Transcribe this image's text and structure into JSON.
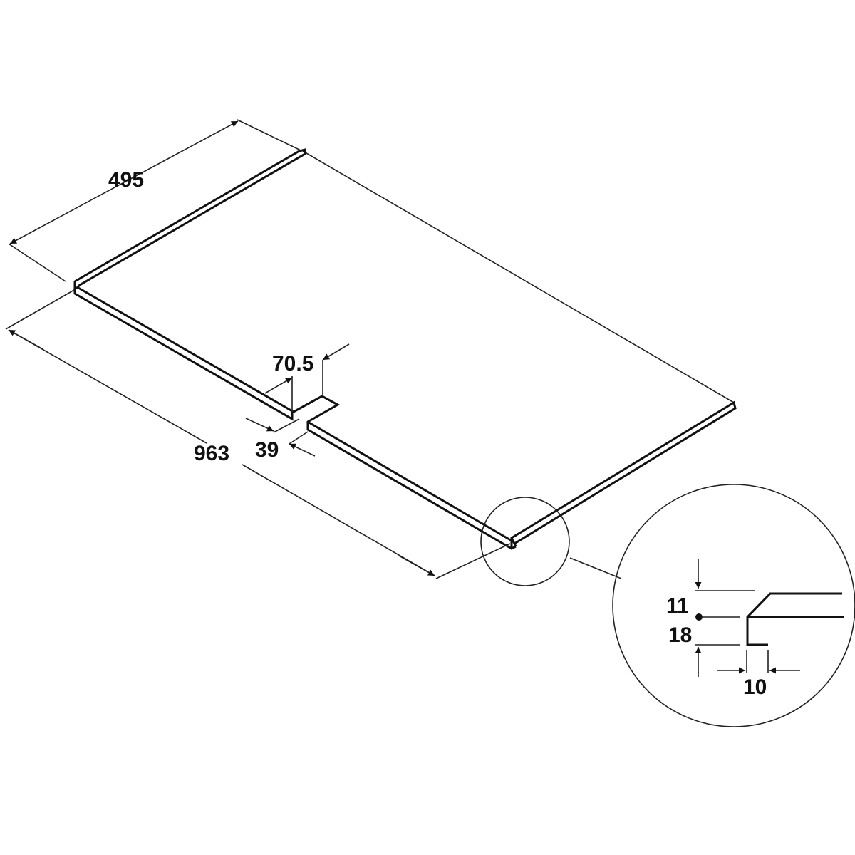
{
  "drawing": {
    "overall_width": "495",
    "overall_length": "963",
    "notch_offset": "70.5",
    "notch_depth": "39",
    "detail": {
      "lip_height_upper": "11",
      "lip_height_lower": "18",
      "lip_width": "10"
    },
    "line_color": "#111111",
    "background": "#ffffff"
  }
}
